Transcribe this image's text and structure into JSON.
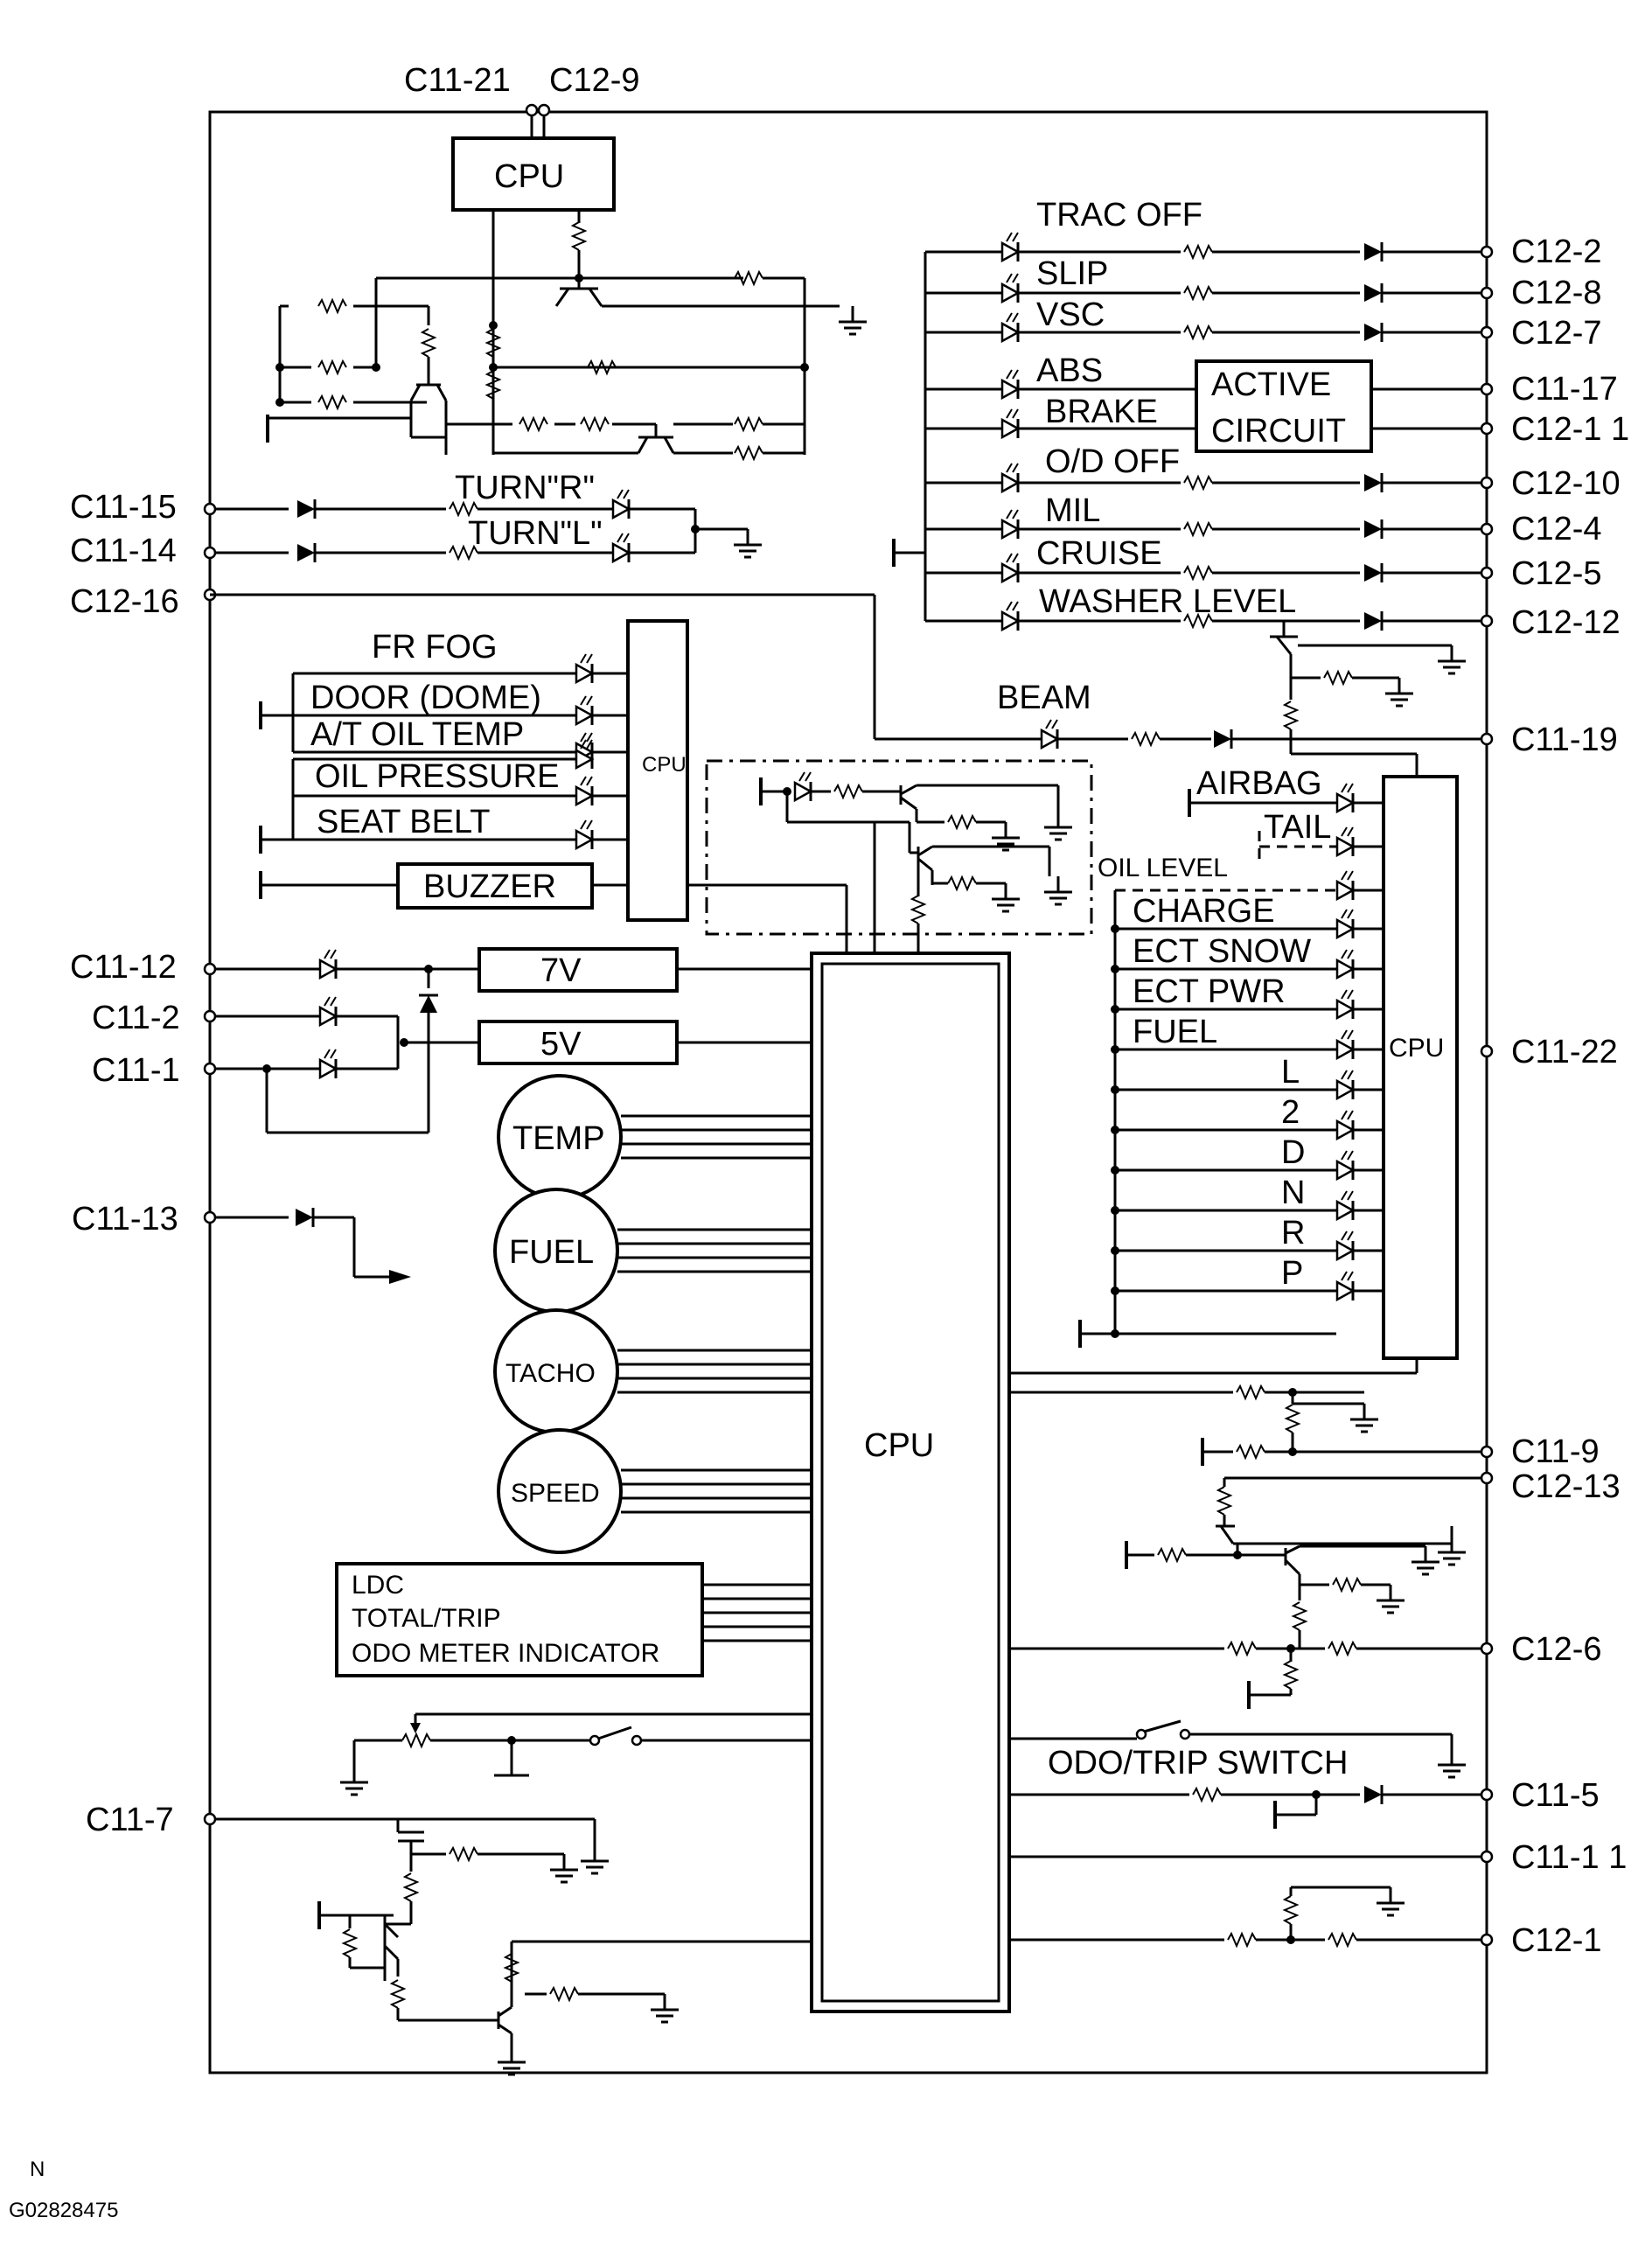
{
  "top_connectors": [
    "C11-21",
    "C12-9"
  ],
  "cpu_labels": {
    "top_cpu": "CPU",
    "main_cpu": "CPU",
    "warning_cpu": "CPU",
    "indicator_cpu": "CPU"
  },
  "turn_signals": {
    "right": "TURN\"R\"",
    "left": "TURN\"L\""
  },
  "left_connectors": {
    "c11_15": "C11-15",
    "c11_14": "C11-14",
    "c12_16": "C12-16",
    "c11_12": "C11-12",
    "c11_2": "C11-2",
    "c11_1": "C11-1",
    "c11_13": "C11-13",
    "c11_7": "C11-7"
  },
  "right_connectors": {
    "c12_2": "C12-2",
    "c12_8": "C12-8",
    "c12_7": "C12-7",
    "c11_17": "C11-17",
    "c12_11": "C12-1 1",
    "c12_10": "C12-10",
    "c12_4": "C12-4",
    "c12_5": "C12-5",
    "c12_12": "C12-12",
    "c11_19": "C11-19",
    "c11_22": "C11-22",
    "c11_9": "C11-9",
    "c12_13": "C12-13",
    "c12_6": "C12-6",
    "c11_5": "C11-5",
    "c11_11": "C11-1 1",
    "c12_1": "C12-1"
  },
  "top_right_indicators": [
    "TRAC OFF",
    "SLIP",
    "VSC",
    "ABS",
    "BRAKE",
    "O/D OFF",
    "MIL",
    "CRUISE",
    "WASHER LEVEL"
  ],
  "active_circuit": [
    "ACTIVE",
    "CIRCUIT"
  ],
  "beam": "BEAM",
  "warning_lamps": [
    "FR FOG",
    "DOOR (DOME)",
    "A/T OIL TEMP",
    "OIL PRESSURE",
    "SEAT BELT"
  ],
  "buzzer": "BUZZER",
  "regulators": [
    "7V",
    "5V"
  ],
  "oil_level": "OIL LEVEL",
  "indicator_lamps": [
    "AIRBAG",
    "TAIL",
    "CHARGE",
    "ECT SNOW",
    "ECT PWR",
    "FUEL",
    "L",
    "2",
    "D",
    "N",
    "R",
    "P"
  ],
  "gauges": [
    "TEMP",
    "FUEL",
    "TACHO",
    "SPEED"
  ],
  "ldc_display": [
    "LDC",
    "TOTAL/TRIP",
    "ODO METER INDICATOR"
  ],
  "odo_trip_switch": "ODO/TRIP  SWITCH",
  "footer": {
    "mark": "N",
    "code": "G02828475"
  }
}
